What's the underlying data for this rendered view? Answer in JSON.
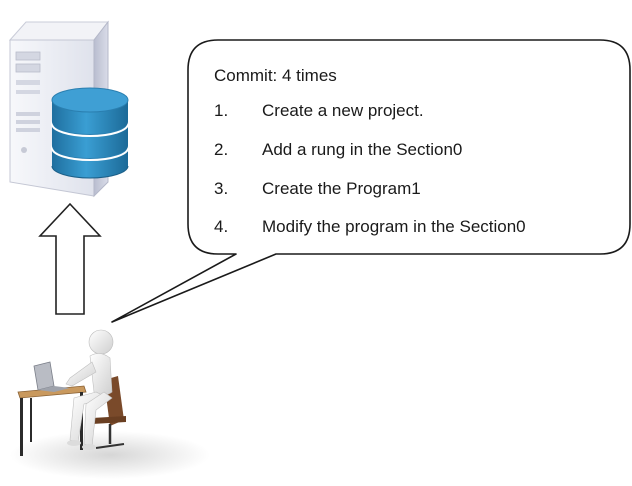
{
  "commit": {
    "title": "Commit: 4 times",
    "steps": [
      {
        "num": "1.",
        "text": "Create a new project."
      },
      {
        "num": "2.",
        "text": "Add a rung in the Section0"
      },
      {
        "num": "3.",
        "text": "Create the Program1"
      },
      {
        "num": "4.",
        "text": "Modify the program in the Section0"
      }
    ]
  },
  "icons": {
    "server": "server-tower-icon",
    "database": "database-cylinder-icon",
    "user": "user-at-desk-icon",
    "arrow": "up-arrow-icon"
  },
  "colors": {
    "database_blue": "#2f86b8",
    "server_light": "#eef0f6",
    "server_side": "#c9ccda",
    "outline": "#333333"
  }
}
